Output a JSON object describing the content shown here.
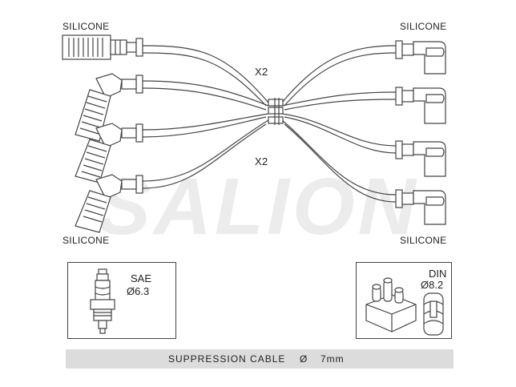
{
  "labels": {
    "top_left": "SILICONE",
    "top_right": "SILICONE",
    "bottom_left": "SILICONE",
    "bottom_right": "SILICONE",
    "multiplier_top": "X2",
    "multiplier_bottom": "X2"
  },
  "watermark": "SALION",
  "sae_box": {
    "standard": "SAE",
    "diameter": "Ø6.3"
  },
  "din_box": {
    "standard": "DIN",
    "diameter": "Ø8.2"
  },
  "footer": {
    "text": "SUPPRESSION CABLE",
    "symbol": "Ø",
    "size": "7mm"
  },
  "colors": {
    "line": "#444444",
    "watermark": "#e6e6e6",
    "bar": "#dcdcdc"
  }
}
